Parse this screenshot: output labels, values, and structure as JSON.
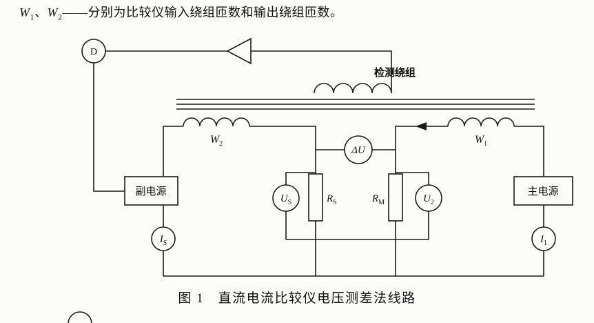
{
  "note": {
    "w1_main": "W",
    "w1_sub": "1",
    "separator": "、",
    "w2_main": "W",
    "w2_sub": "2",
    "dash": "——",
    "text": "分别为比较仪输入绕组匝数和输出绕组匝数。"
  },
  "caption": "图 1　直流电流比较仪电压测差法线路",
  "labels": {
    "detector": "D",
    "sense_winding": "检测绕组",
    "delta_u": "ΔU",
    "w2": {
      "main": "W",
      "sub": "2"
    },
    "w1": {
      "main": "W",
      "sub": "1"
    },
    "us": {
      "main": "U",
      "sub": "S"
    },
    "u2": {
      "main": "U",
      "sub": "2"
    },
    "rs": {
      "main": "R",
      "sub": "S"
    },
    "rm": {
      "main": "R",
      "sub": "M"
    },
    "is": {
      "main": "I",
      "sub": "S"
    },
    "i1": {
      "main": "I",
      "sub": "1"
    },
    "aux_source": "副电源",
    "main_source": "主电源"
  },
  "colors": {
    "line": "#1a1a1a",
    "background": "#fcfcf9",
    "text": "#111111"
  }
}
